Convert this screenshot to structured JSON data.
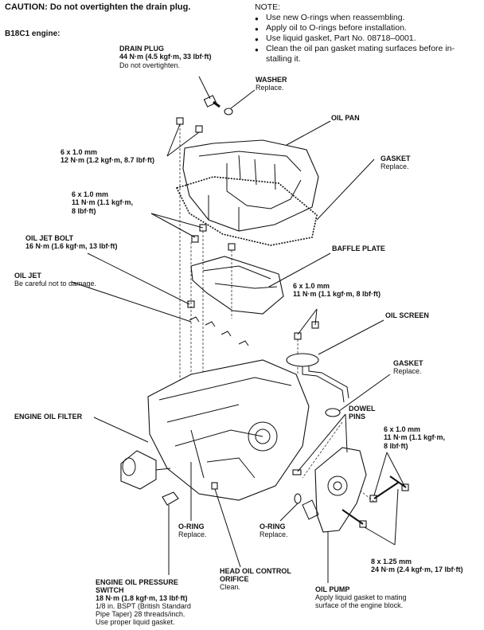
{
  "caution": "CAUTION:  Do not overtighten the drain plug.",
  "engine": "B18C1 engine:",
  "note": {
    "title": "NOTE:",
    "items": [
      "Use new O-rings when reassembling.",
      "Apply oil to O-rings before installation.",
      "Use liquid gasket, Part No. 08718–0001.",
      "Clean the oil pan gasket mating surfaces before in-",
      "stalling it."
    ]
  },
  "labels": {
    "drain_plug": {
      "title": "DRAIN PLUG",
      "spec": "44 N·m (4.5 kgf·m, 33 lbf·ft)",
      "note": "Do not overtighten."
    },
    "washer": {
      "title": "WASHER",
      "note": "Replace."
    },
    "oil_pan": {
      "title": "OIL PAN"
    },
    "bolt1": {
      "size": "6 x 1.0 mm",
      "spec": "12 N·m (1.2 kgf·m, 8.7 lbf·ft)"
    },
    "gasket1": {
      "title": "GASKET",
      "note": "Replace."
    },
    "bolt2": {
      "size": "6 x 1.0 mm",
      "spec1": "11 N·m (1.1 kgf·m,",
      "spec2": "8 lbf·ft)"
    },
    "oil_jet_bolt": {
      "title": "OIL JET BOLT",
      "spec": "16 N·m (1.6 kgf·m, 13 lbf·ft)"
    },
    "baffle_plate": {
      "title": "BAFFLE PLATE"
    },
    "oil_jet": {
      "title": "OIL JET",
      "note": "Be careful not to damage."
    },
    "bolt3": {
      "size": "6 x 1.0 mm",
      "spec": "11 N·m (1.1 kgf·m, 8 lbf·ft)"
    },
    "oil_screen": {
      "title": "OIL SCREEN"
    },
    "gasket2": {
      "title": "GASKET",
      "note": "Replace."
    },
    "engine_oil_filter": {
      "title": "ENGINE OIL FILTER"
    },
    "dowel_pins": {
      "line1": "DOWEL",
      "line2": "PINS"
    },
    "bolt4": {
      "size": "6 x 1.0 mm",
      "spec1": "11 N·m (1.1 kgf·m,",
      "spec2": "8 lbf·ft)"
    },
    "oring1": {
      "title": "O-RING",
      "note": "Replace."
    },
    "oring2": {
      "title": "O-RING",
      "note": "Replace."
    },
    "bolt5": {
      "size": "8 x 1.25 mm",
      "spec": "24 N·m (2.4 kgf·m, 17 lbf·ft)"
    },
    "pressure_switch": {
      "line1": "ENGINE OIL PRESSURE",
      "line2": "SWITCH",
      "spec": "18 N·m (1.8 kgf·m, 13 lbf·ft)",
      "n1": "1/8 in. BSPT (British Standard",
      "n2": "Pipe Taper) 28 threads/inch.",
      "n3": "Use proper liquid gasket."
    },
    "orifice": {
      "line1": "HEAD OIL CONTROL",
      "line2": "ORIFICE",
      "note": "Clean."
    },
    "oil_pump": {
      "title": "OIL PUMP",
      "n1": "Apply liquid gasket to mating",
      "n2": "surface of the engine block."
    }
  }
}
